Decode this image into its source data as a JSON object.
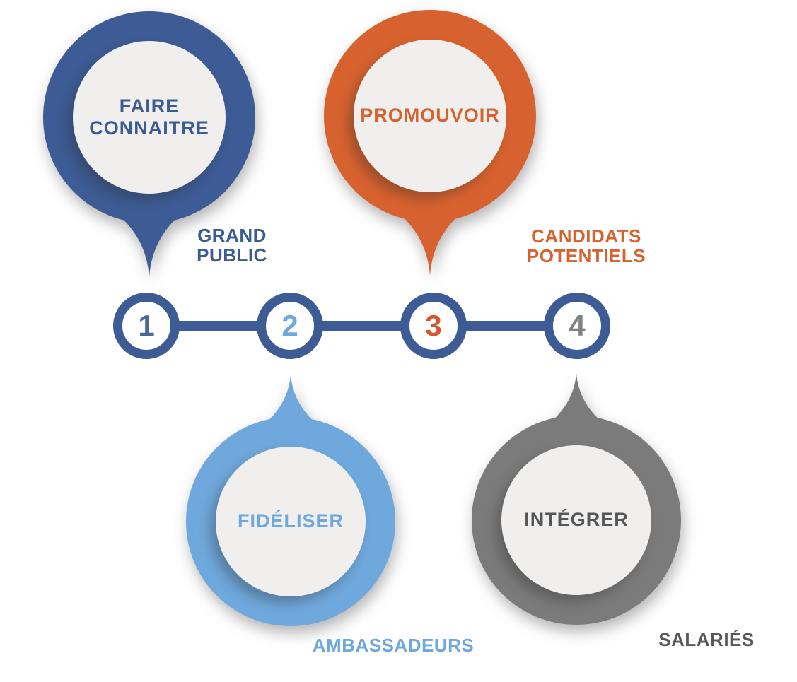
{
  "diagram": {
    "type": "process-timeline",
    "palette": {
      "dark_blue": "#3D5C95",
      "light_blue": "#6FA8DC",
      "orange": "#D8622F",
      "gray": "#7B7B7B",
      "inner_circle_fill": "#F0EFED",
      "dark_gray_text": "#58585A"
    },
    "steps": [
      {
        "number": "1",
        "action": "FAIRE\nCONNAITRE",
        "audience": "GRAND\nPUBLIC",
        "color": "#3D5C95",
        "action_color": "#3A5B94",
        "audience_color": "#3A5B94",
        "number_color": "#4A679B"
      },
      {
        "number": "2",
        "action": "FIDÉLISER",
        "audience": "AMBASSADEURS",
        "color": "#6FA8DC",
        "action_color": "#6FA8DC",
        "audience_color": "#6FA8DC",
        "number_color": "#6FA8DC"
      },
      {
        "number": "3",
        "action": "PROMOUVOIR",
        "audience": "CANDIDATS\nPOTENTIELS",
        "color": "#D8622F",
        "action_color": "#D8622F",
        "audience_color": "#D8622F",
        "number_color": "#D4582D"
      },
      {
        "number": "4",
        "action": "INTÉGRER",
        "audience": "SALARIÉS",
        "color": "#7B7B7B",
        "action_color": "#55565A",
        "audience_color": "#58585A",
        "number_color": "#808285"
      }
    ],
    "timeline_color": "#3D5C95"
  }
}
